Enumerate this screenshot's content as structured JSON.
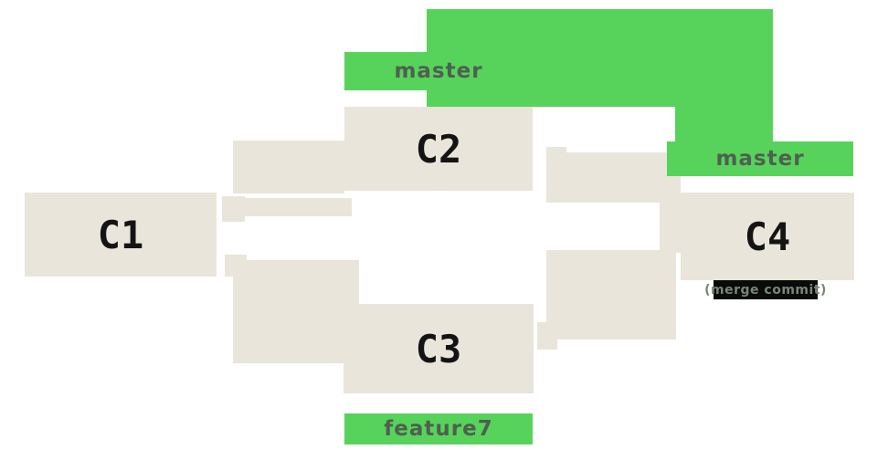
{
  "diagram": {
    "type": "git-commit-graph",
    "commits": [
      {
        "id": "C1"
      },
      {
        "id": "C2"
      },
      {
        "id": "C3"
      },
      {
        "id": "C4"
      }
    ],
    "edges": [
      {
        "from": "C1",
        "to": "C2"
      },
      {
        "from": "C1",
        "to": "C3"
      },
      {
        "from": "C2",
        "to": "C4"
      },
      {
        "from": "C3",
        "to": "C4"
      }
    ],
    "labels": {
      "master_top": "master",
      "master_right": "master",
      "feature_branch": "feature7",
      "merge_note": "(merge commit)"
    },
    "colors": {
      "branch_green": "#57d35b",
      "commit_beige": "#e9e5da",
      "branch_label_text": "#4f5f50",
      "commit_text": "#141414",
      "merge_note_bg": "#0a0a0a",
      "merge_note_text": "#768676",
      "background": "#ffffff"
    }
  }
}
